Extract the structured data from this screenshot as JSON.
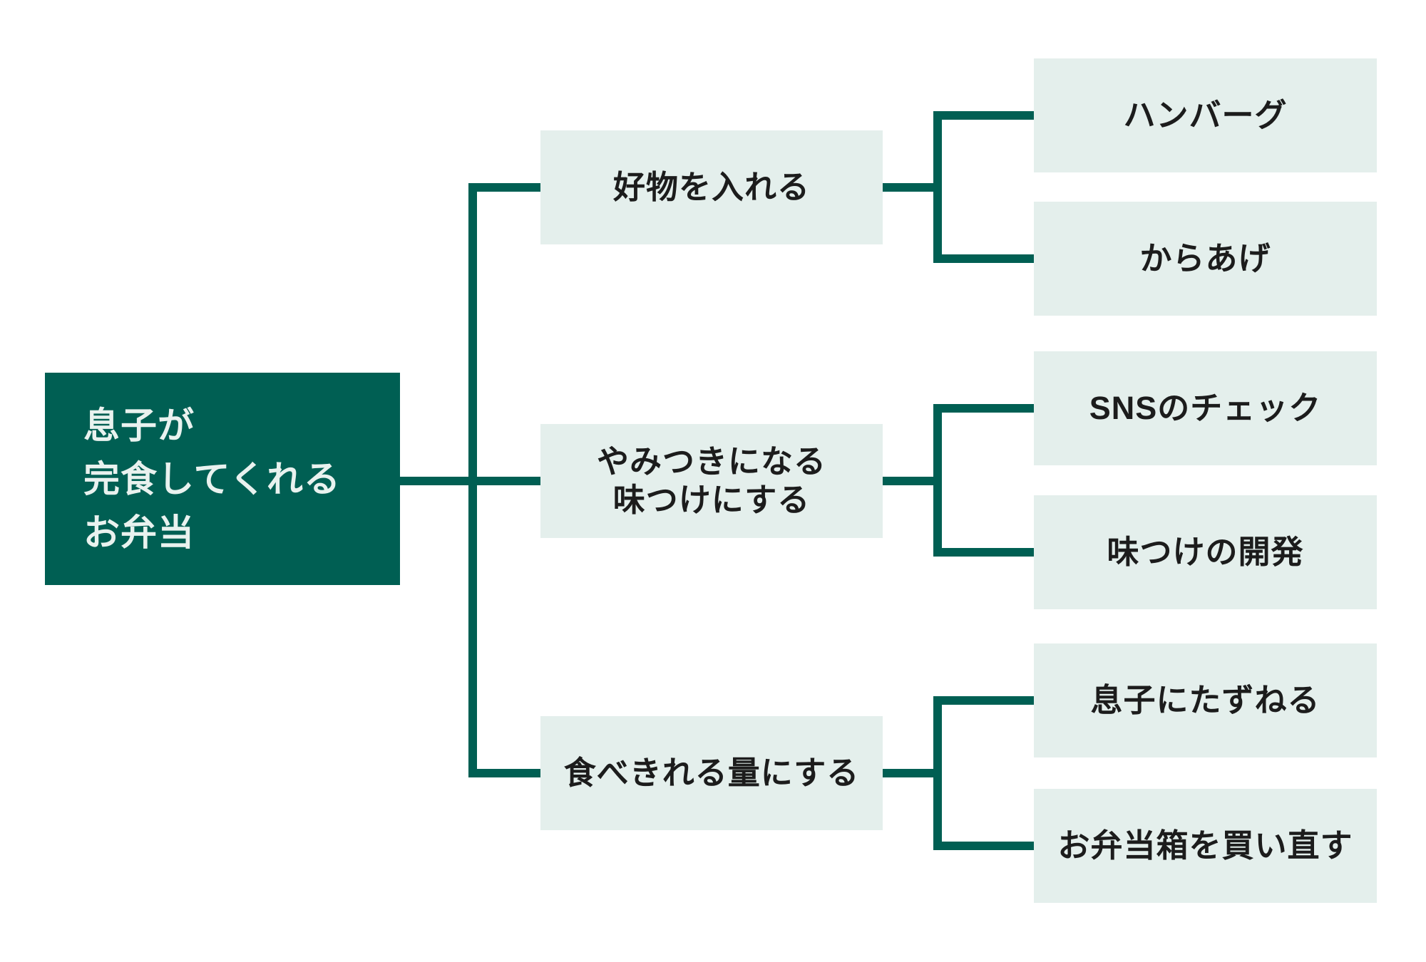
{
  "colors": {
    "primary": "#005f53",
    "node_bg": "#e4efec",
    "node_text": "#1c1c1c",
    "root_text": "#e9f2ef",
    "background": "#ffffff"
  },
  "diagram": {
    "type": "logic-tree",
    "root": {
      "lines": [
        "息子が",
        "完食してくれる",
        "お弁当"
      ]
    },
    "branches": [
      {
        "label_lines": [
          "好物を入れる"
        ],
        "children": [
          "ハンバーグ",
          "からあげ"
        ]
      },
      {
        "label_lines": [
          "やみつきになる",
          "味つけにする"
        ],
        "children": [
          "SNSのチェック",
          "味つけの開発"
        ]
      },
      {
        "label_lines": [
          "食べきれる量にする"
        ],
        "children": [
          "息子にたずねる",
          "お弁当箱を買い直す"
        ]
      }
    ]
  }
}
